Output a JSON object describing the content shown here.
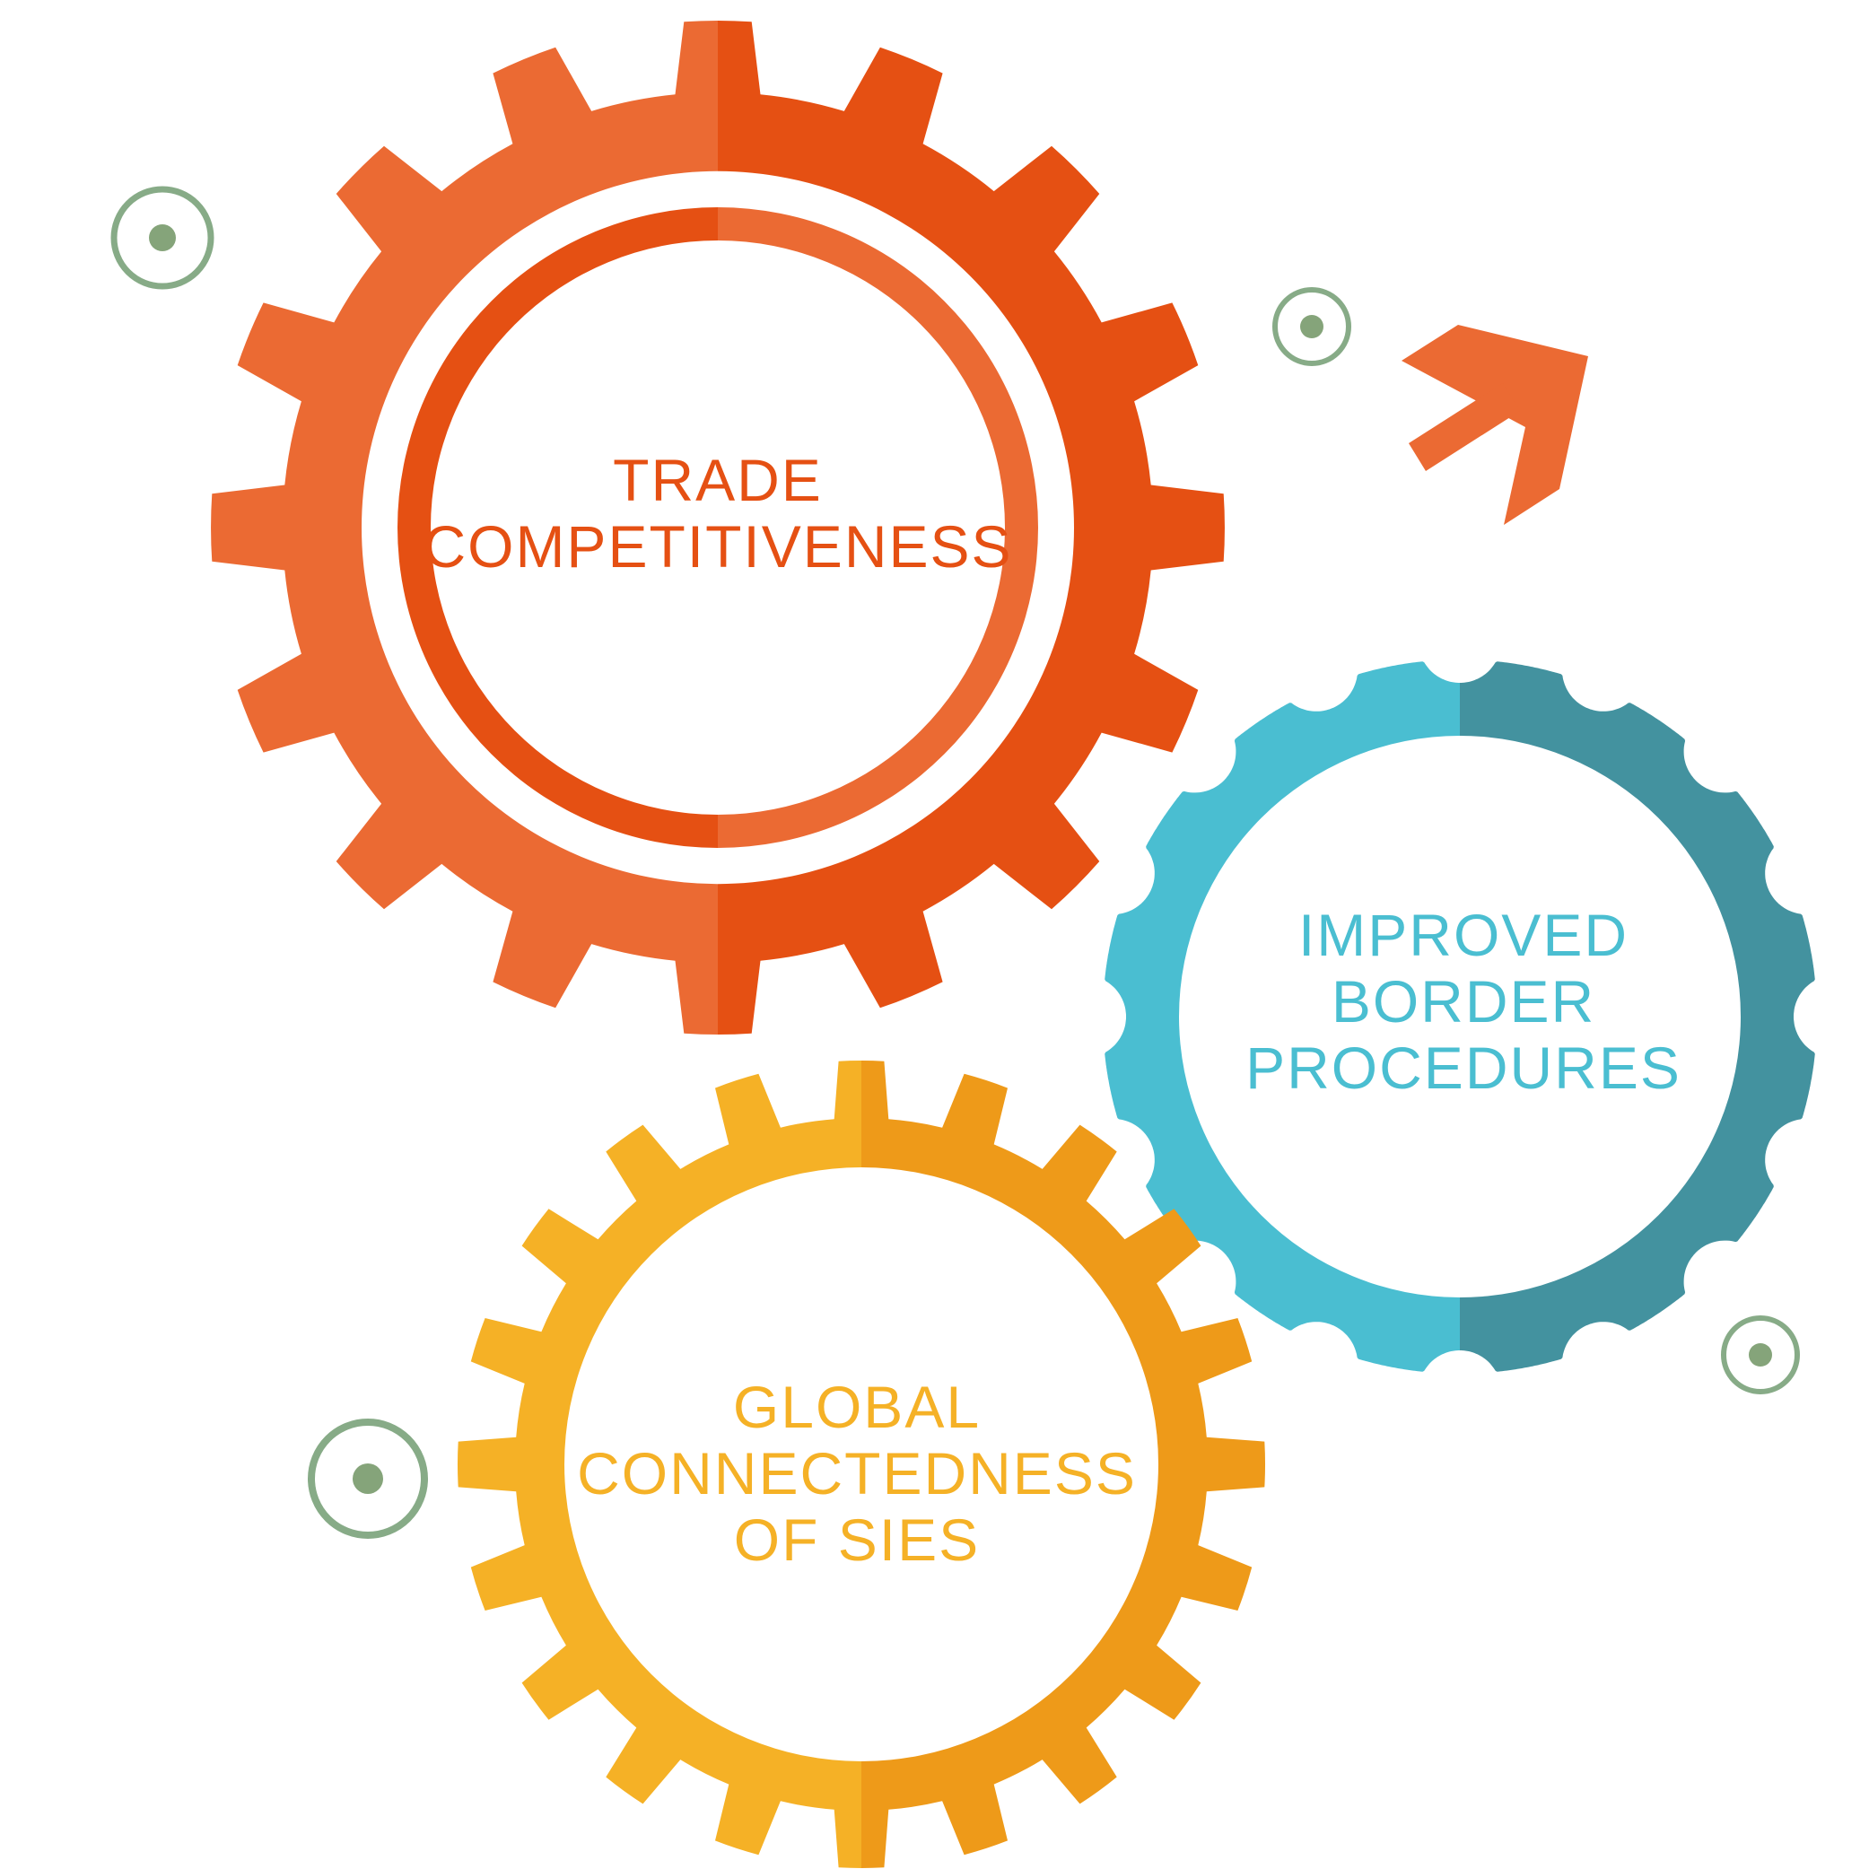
{
  "colors": {
    "orange_light": "#EB6A33",
    "orange_dark": "#E55013",
    "teal_light": "#4ABED1",
    "teal_dark": "#43929F",
    "yellow_light": "#F5B126",
    "yellow_dark": "#EE9A19",
    "target_ring": "#87AB87",
    "target_dot": "#85A47A",
    "arrow": "#EB6A33"
  },
  "gears": {
    "trade": {
      "label_line1": "TRADE",
      "label_line2": "COMPETITIVENESS",
      "text_color": "#E55013"
    },
    "border": {
      "label_line1": "IMPROVED",
      "label_line2": "BORDER",
      "label_line3": "PROCEDURES",
      "text_color": "#4ABED1"
    },
    "global": {
      "label_line1": "GLOBAL",
      "label_line2": "CONNECTEDNESS",
      "label_line3": "OF SIES",
      "text_color": "#F5B126"
    }
  },
  "decorations": {
    "arrow_icon": "arrow-up-right-icon",
    "target_icon": "target-icon"
  }
}
